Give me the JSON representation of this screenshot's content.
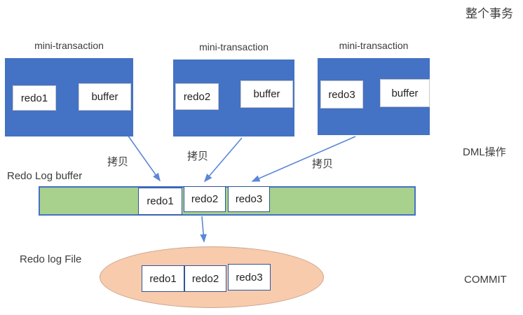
{
  "diagram": {
    "mini_transactions": [
      {
        "title": "mini-transaction",
        "redo": "redo1",
        "buffer": "buffer"
      },
      {
        "title": "mini-transaction",
        "redo": "redo2",
        "buffer": "buffer"
      },
      {
        "title": "mini-transaction",
        "redo": "redo3",
        "buffer": "buffer"
      }
    ],
    "copy_label": "拷贝",
    "redo_log_buffer": {
      "label": "Redo Log buffer",
      "slots": [
        "redo1",
        "redo2",
        "redo3"
      ]
    },
    "redo_log_file": {
      "label": "Redo log File",
      "slots": [
        "redo1",
        "redo2",
        "redo3"
      ]
    },
    "right_labels": {
      "top": "整个事务",
      "middle": "DML操作",
      "bottom": "COMMIT"
    },
    "colors": {
      "mini_box_fill": "#4472C4",
      "bar_fill": "#A9D18E",
      "bar_border": "#4472C4",
      "slot_border": "#2F5597",
      "ellipse_fill": "#F8CBAD",
      "ellipse_border": "#CBA68F",
      "copy_arrow": "#5B87D9",
      "redo_arrow": "#FF0000",
      "text_color": "#3B3B3B"
    }
  }
}
